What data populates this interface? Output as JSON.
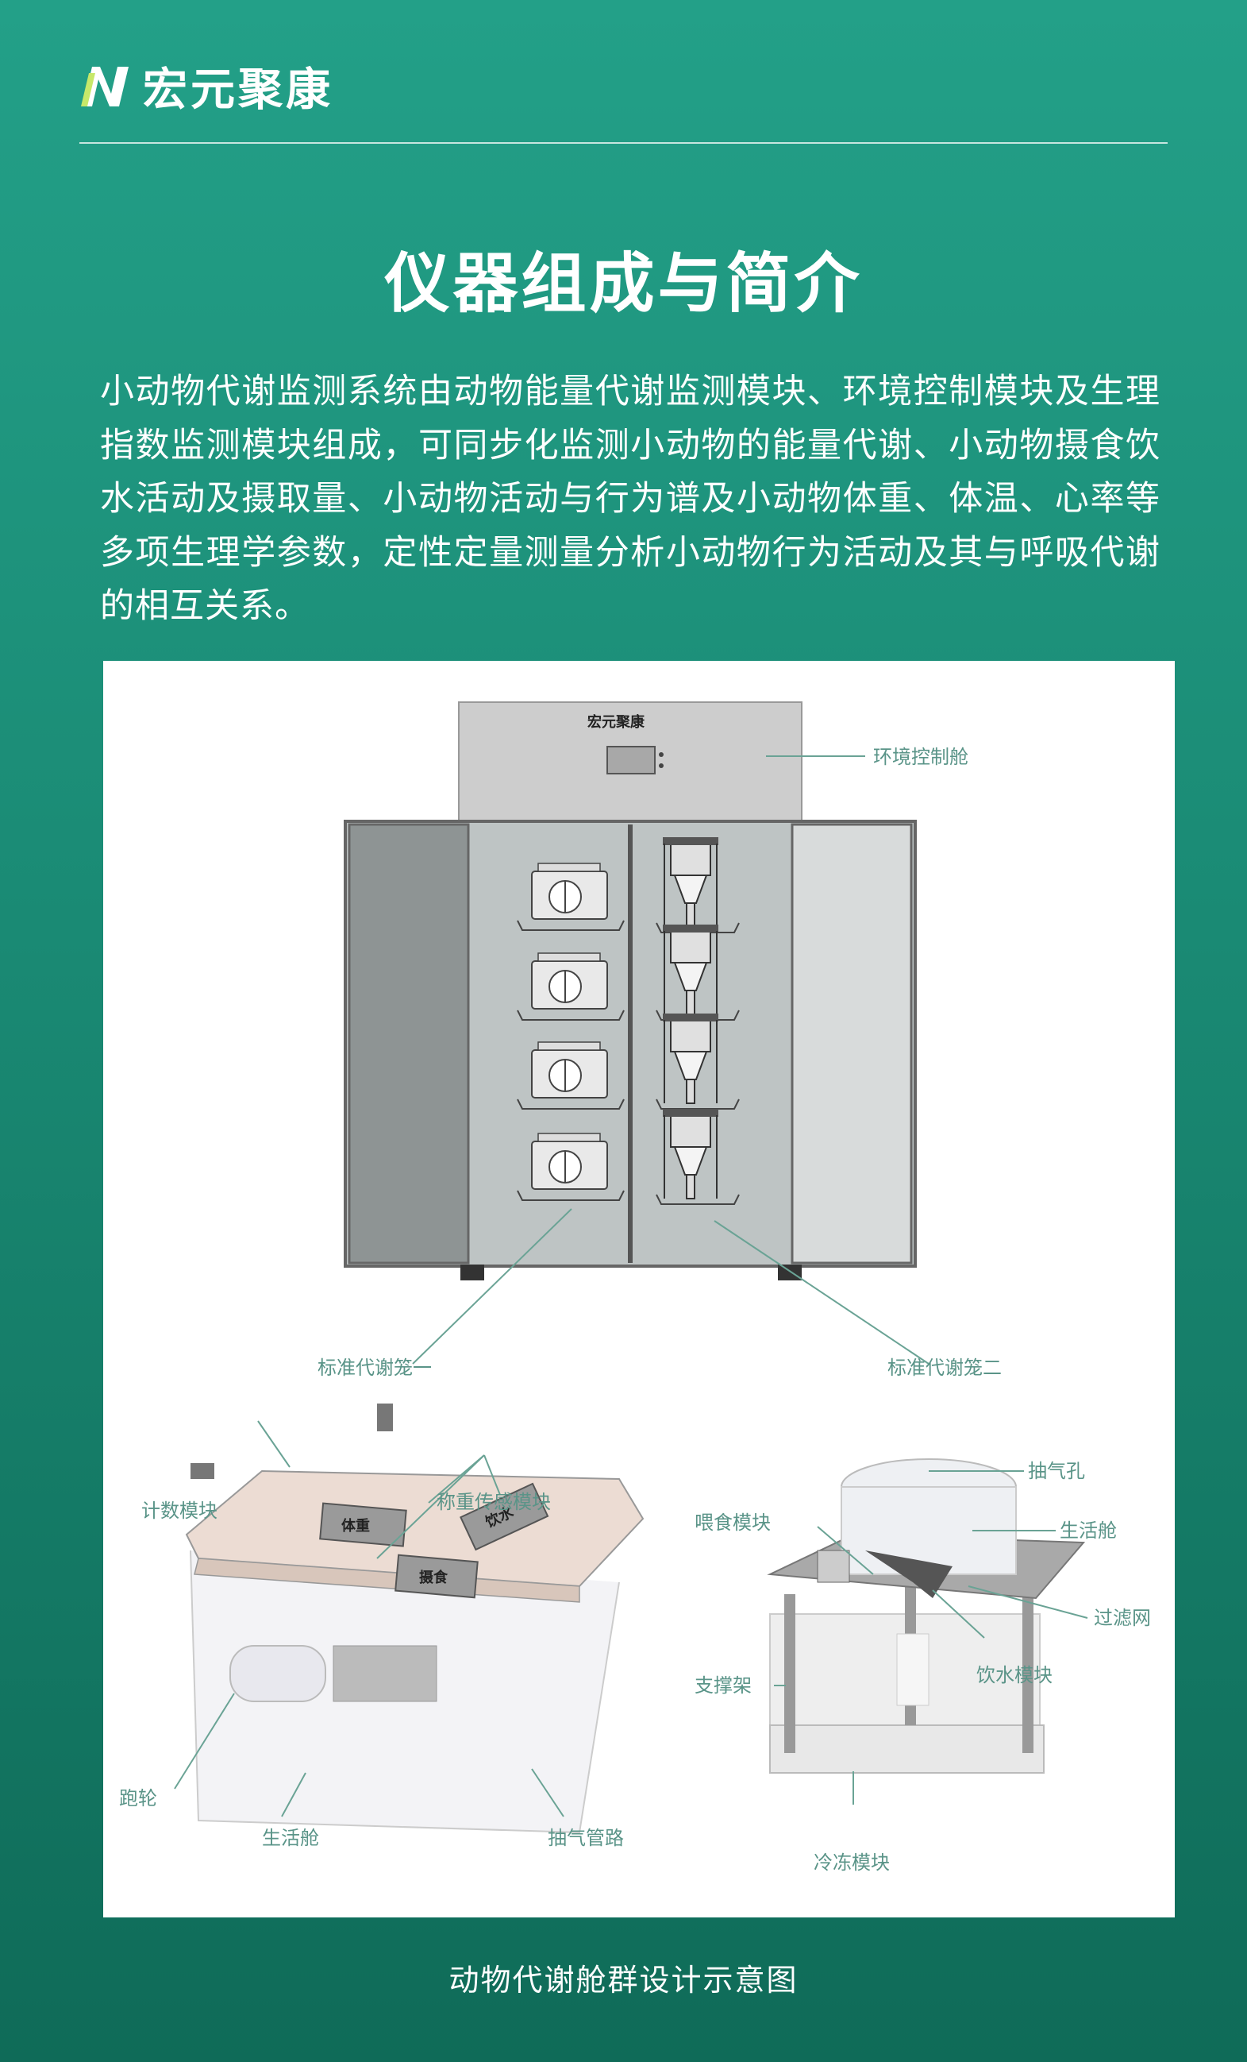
{
  "header": {
    "logo_icon": "N-letter-logo",
    "brand": "宏元聚康"
  },
  "page_title": "仪器组成与简介",
  "intro": "小动物代谢监测系统由动物能量代谢监测模块、环境控制模块及生理指数监测模块组成，可同步化监测小动物的能量代谢、小动物摄食饮水活动及摄取量、小动物活动与行为谱及小动物体重、体温、心率等多项生理学参数，定性定量测量分析小动物行为活动及其与呼吸代谢的相互关系。",
  "figure": {
    "cabinet": {
      "brand": "宏元聚康",
      "labels": {
        "env_chamber": "环境控制舱",
        "cage_one": "标准代谢笼一",
        "cage_two": "标准代谢笼二"
      }
    },
    "cage_left": {
      "labels": {
        "counter": "计数模块",
        "weigh_sensor": "称重传感模块",
        "wheel": "跑轮",
        "living": "生活舱",
        "exhaust_pipe": "抽气管路"
      },
      "modules": [
        "体重",
        "饮水",
        "摄食"
      ]
    },
    "cage_right": {
      "labels": {
        "exhaust_hole": "抽气孔",
        "feeding": "喂食模块",
        "living": "生活舱",
        "filter": "过滤网",
        "drinking": "饮水模块",
        "support": "支撑架",
        "freezing": "冷冻模块"
      }
    }
  },
  "caption": "动物代谢舱群设计示意图"
}
